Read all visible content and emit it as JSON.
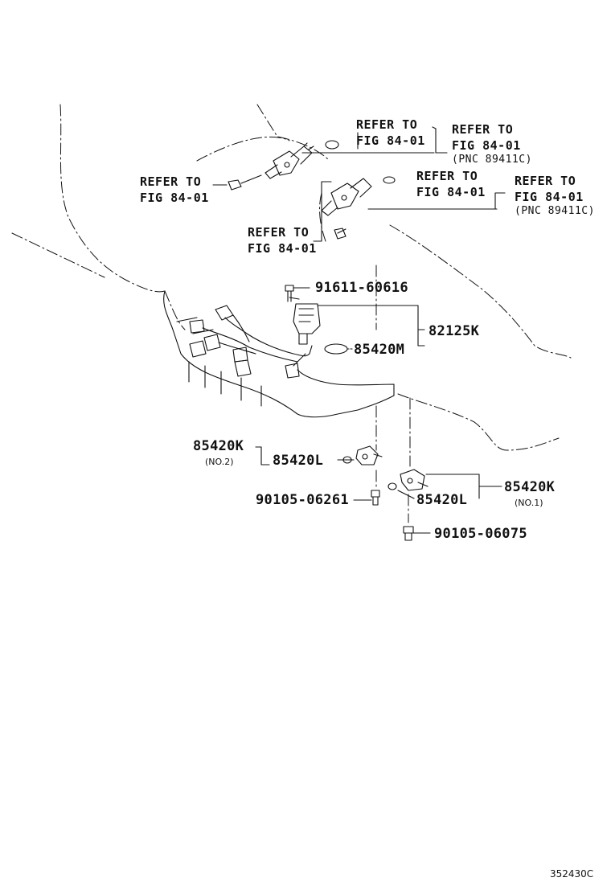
{
  "refs": [
    {
      "line1": "REFER TO",
      "line2": "FIG 84-01"
    },
    {
      "line1": "REFER TO",
      "line2": "FIG 84-01",
      "line3": "(PNC 89411C)"
    },
    {
      "line1": "REFER TO",
      "line2": "FIG 84-01"
    },
    {
      "line1": "REFER TO",
      "line2": "FIG 84-01"
    },
    {
      "line1": "REFER TO",
      "line2": "FIG 84-01",
      "line3": "(PNC 89411C)"
    },
    {
      "line1": "REFER TO",
      "line2": "FIG 84-01"
    }
  ],
  "parts": {
    "bolt_top": "91611-60616",
    "harness": "82125K",
    "oring_m": "85420M",
    "sensor_no2": "85420K",
    "sensor_no2_note": "(NO.2)",
    "oring_l_left": "85420L",
    "bolt_left": "90105-06261",
    "sensor_no1": "85420K",
    "sensor_no1_note": "(NO.1)",
    "oring_l_right": "85420L",
    "bolt_right": "90105-06075"
  },
  "footer": {
    "code": "352430C"
  },
  "colors": {
    "ink": "#111111",
    "background": "#ffffff"
  }
}
